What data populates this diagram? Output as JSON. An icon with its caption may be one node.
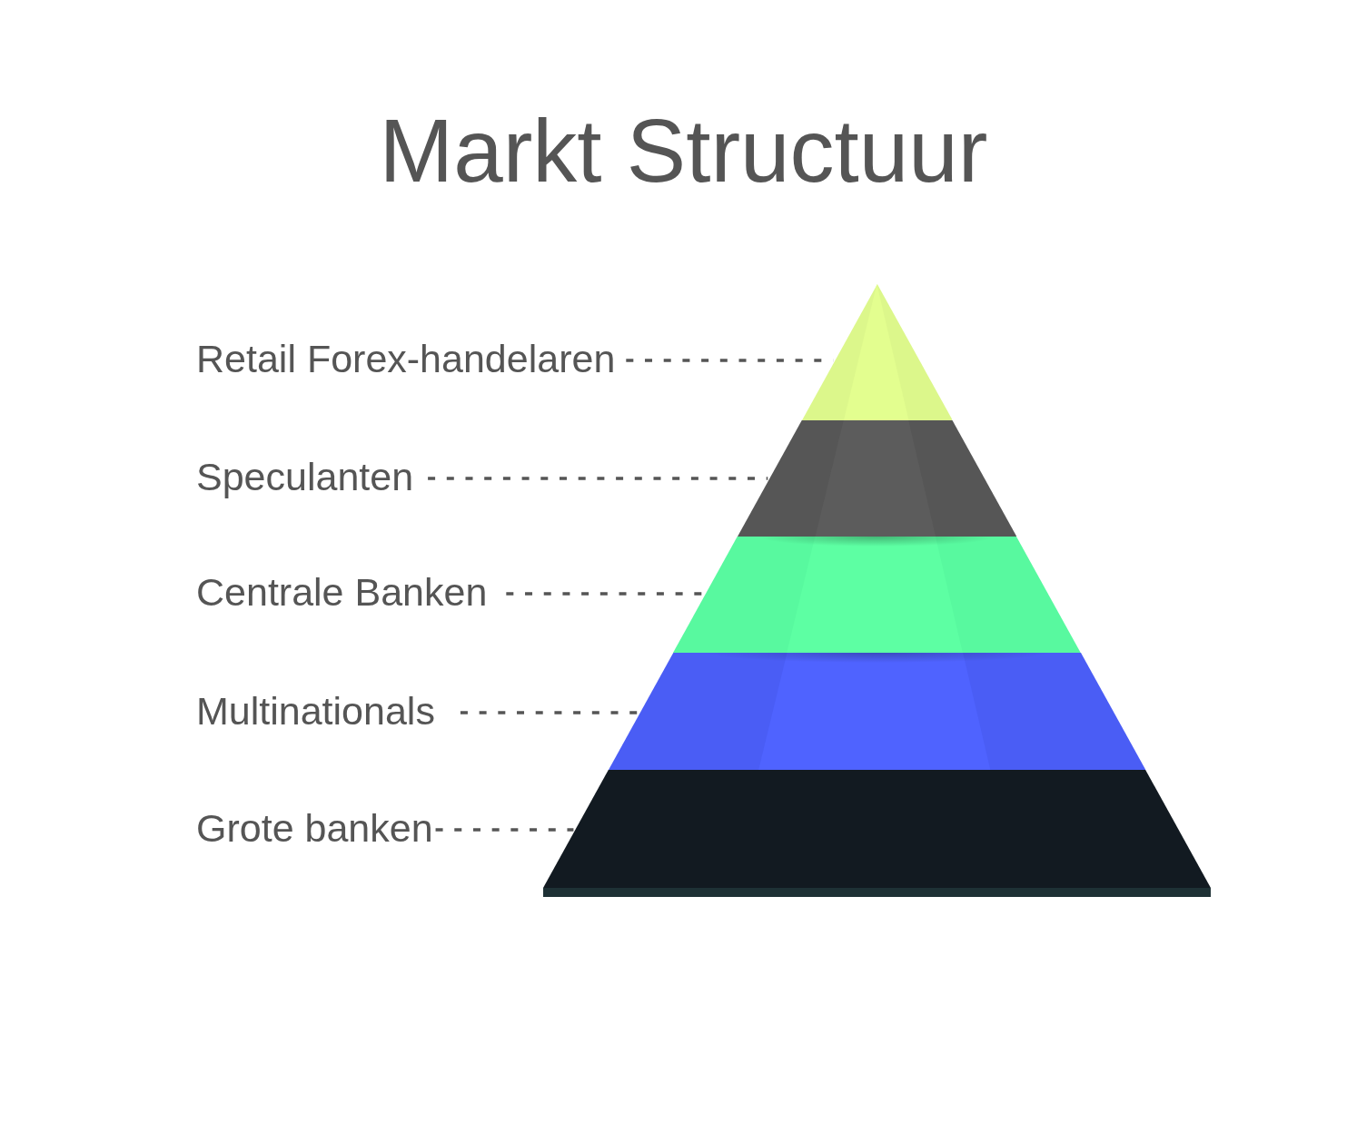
{
  "diagram": {
    "title": "Markt Structuur",
    "nodes": [
      {
        "text": [
          "Retail Forex-handelaren"
        ]
      },
      {
        "text": [
          "Speculanten"
        ]
      },
      {
        "text": [
          "Centrale Banken"
        ]
      },
      {
        "text": [
          "Multinationals"
        ]
      },
      {
        "text": [
          "Grote banken"
        ]
      },
      {
        "text": [],
        "shape": "triangle"
      },
      {
        "text": [],
        "shape": "trapezoid"
      },
      {
        "text": [],
        "shape": "trapezoid"
      },
      {
        "text": [],
        "shape": "trapezoid"
      },
      {
        "text": [],
        "shape": "trapezoid"
      }
    ],
    "edges": [
      {
        "from": 0,
        "to": 5,
        "arrow": "none",
        "style": "dashed"
      },
      {
        "from": 1,
        "to": 6,
        "arrow": "none",
        "style": "dashed"
      },
      {
        "from": 2,
        "to": 7,
        "arrow": "none",
        "style": "dashed"
      },
      {
        "from": 3,
        "to": 8,
        "arrow": "none",
        "style": "dashed"
      },
      {
        "from": 4,
        "to": 9,
        "arrow": "none",
        "style": "dashed"
      }
    ]
  }
}
